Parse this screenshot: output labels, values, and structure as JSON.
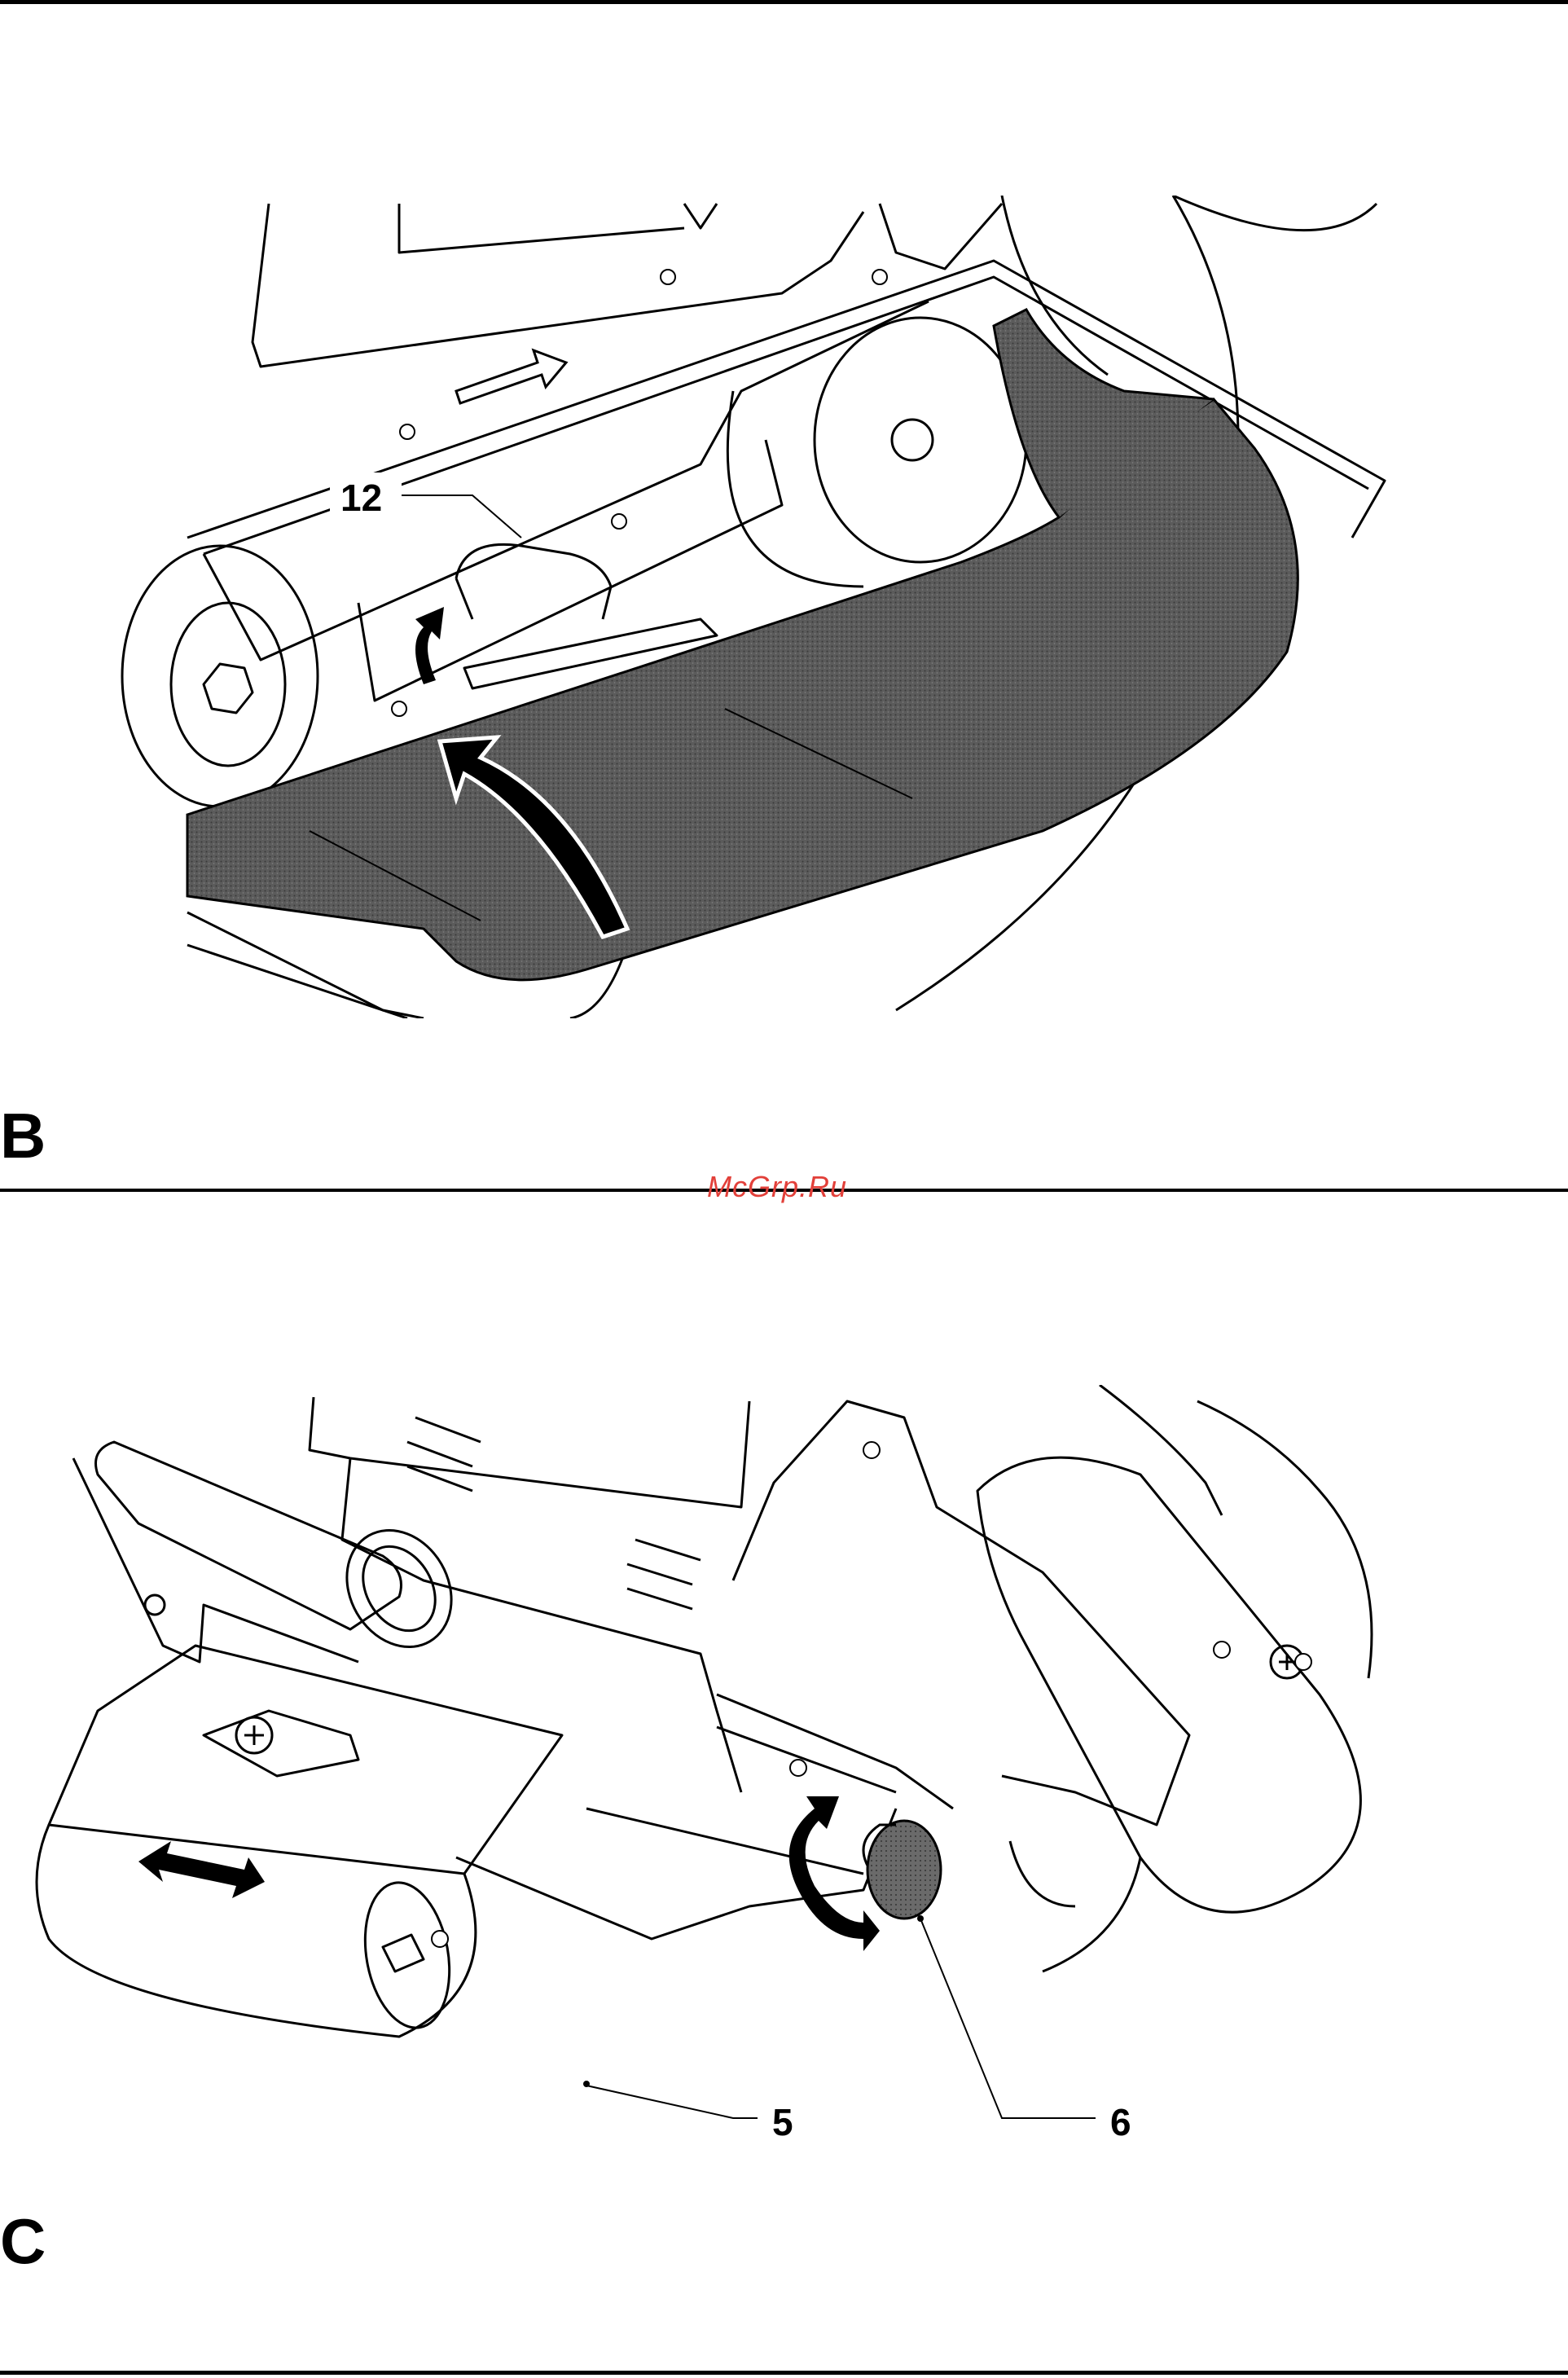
{
  "watermark": "McGrp.Ru",
  "figures": [
    {
      "letter": "B",
      "callouts": [
        "12"
      ]
    },
    {
      "letter": "C",
      "callouts": [
        "5",
        "6"
      ]
    }
  ],
  "colors": {
    "ink": "#000000",
    "belt": "#5b5b5b",
    "watermark": "#e2403a"
  }
}
